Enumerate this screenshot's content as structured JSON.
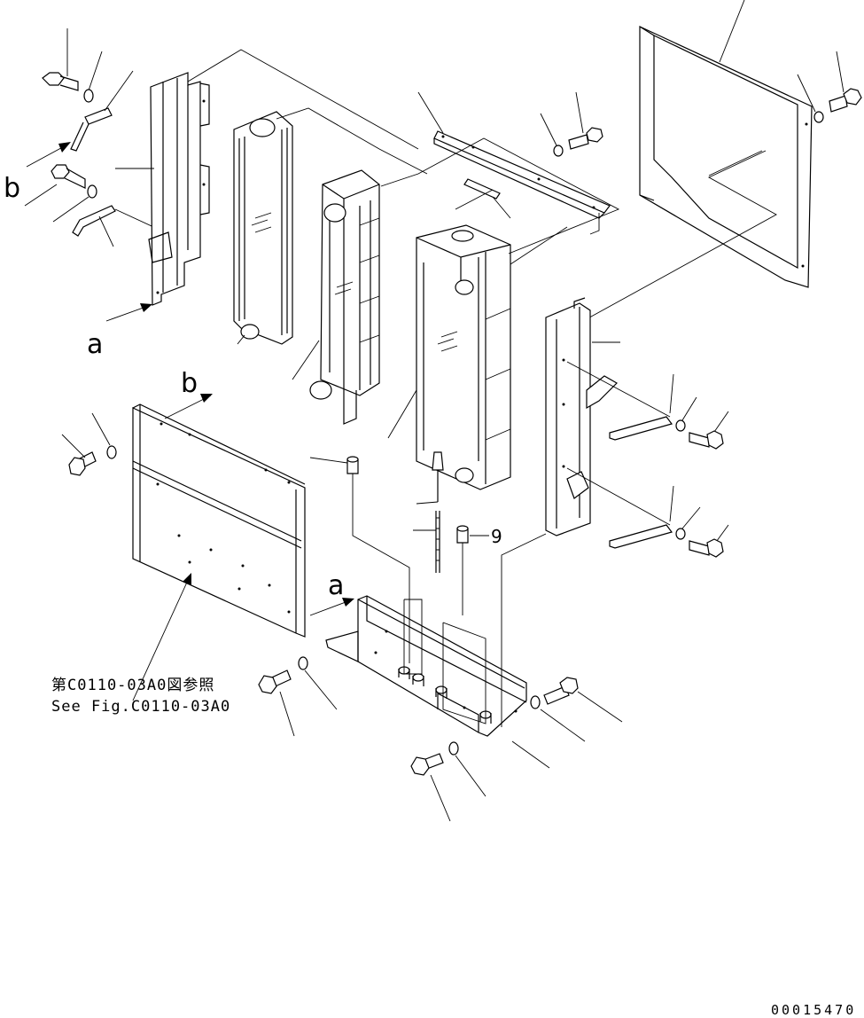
{
  "callout_letters": {
    "a_left": "a",
    "b_left": "b",
    "b_panel": "b",
    "a_base": "a"
  },
  "item_number": "9",
  "reference_note": {
    "line1": "第C0110-03A0図参照",
    "line2": "See Fig.C0110-03A0"
  },
  "drawing_code": "00015470"
}
